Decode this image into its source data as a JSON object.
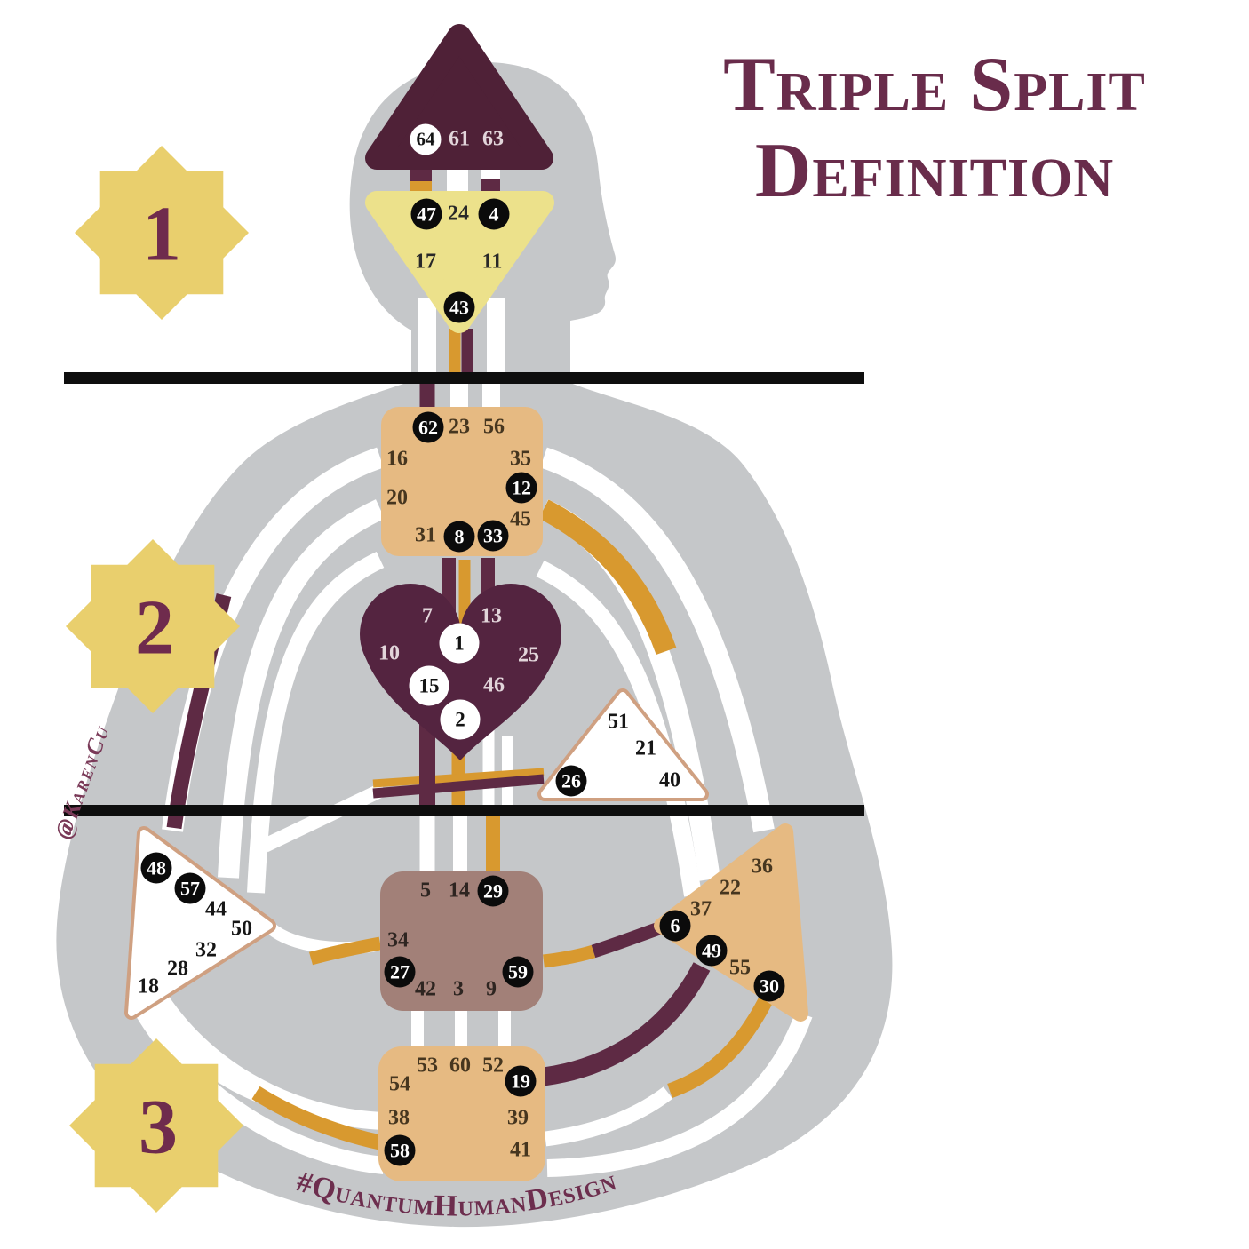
{
  "title": {
    "line1": "Triple Split",
    "line2": "Definition"
  },
  "badges": [
    {
      "label": "1"
    },
    {
      "label": "2"
    },
    {
      "label": "3"
    }
  ],
  "watermarks": {
    "side": "@KarenCu",
    "bottom": "#QuantumHumanDesign"
  },
  "colors": {
    "maroon_shape": "#522340",
    "maroon_channel": "#5e2a44",
    "gold": "#d8992f",
    "tan_center": "#e6ba82",
    "yellow_ajna": "#ece18b",
    "mauve_sacral": "#a28078",
    "body_gray": "#c5c7c9",
    "star_yellow": "#e9cf6d",
    "title_maroon": "#692c4b",
    "line_black": "#0e0e0e"
  },
  "gates": {
    "head": [
      {
        "num": "64",
        "style": "white-circle"
      },
      {
        "num": "61",
        "style": "plain"
      },
      {
        "num": "63",
        "style": "plain"
      }
    ],
    "ajna": [
      {
        "num": "47",
        "style": "black-circle"
      },
      {
        "num": "24",
        "style": "plain"
      },
      {
        "num": "4",
        "style": "black-circle"
      },
      {
        "num": "17",
        "style": "plain"
      },
      {
        "num": "11",
        "style": "plain"
      },
      {
        "num": "43",
        "style": "black-circle"
      }
    ],
    "throat": [
      {
        "num": "62",
        "style": "black-circle"
      },
      {
        "num": "23",
        "style": "plain"
      },
      {
        "num": "56",
        "style": "plain"
      },
      {
        "num": "16",
        "style": "plain"
      },
      {
        "num": "35",
        "style": "plain"
      },
      {
        "num": "20",
        "style": "plain"
      },
      {
        "num": "12",
        "style": "black-circle"
      },
      {
        "num": "45",
        "style": "plain"
      },
      {
        "num": "31",
        "style": "plain"
      },
      {
        "num": "8",
        "style": "black-circle"
      },
      {
        "num": "33",
        "style": "black-circle"
      }
    ],
    "g": [
      {
        "num": "7",
        "style": "plain"
      },
      {
        "num": "13",
        "style": "plain"
      },
      {
        "num": "1",
        "style": "white-circle"
      },
      {
        "num": "10",
        "style": "plain"
      },
      {
        "num": "25",
        "style": "plain"
      },
      {
        "num": "15",
        "style": "white-circle"
      },
      {
        "num": "46",
        "style": "plain"
      },
      {
        "num": "2",
        "style": "white-circle"
      }
    ],
    "will": [
      {
        "num": "51",
        "style": "plain"
      },
      {
        "num": "21",
        "style": "plain"
      },
      {
        "num": "26",
        "style": "black-circle"
      },
      {
        "num": "40",
        "style": "plain"
      }
    ],
    "spleen": [
      {
        "num": "48",
        "style": "black-circle"
      },
      {
        "num": "57",
        "style": "black-circle"
      },
      {
        "num": "44",
        "style": "plain"
      },
      {
        "num": "50",
        "style": "plain"
      },
      {
        "num": "32",
        "style": "plain"
      },
      {
        "num": "28",
        "style": "plain"
      },
      {
        "num": "18",
        "style": "plain"
      }
    ],
    "sacral": [
      {
        "num": "5",
        "style": "plain"
      },
      {
        "num": "14",
        "style": "plain"
      },
      {
        "num": "29",
        "style": "black-circle"
      },
      {
        "num": "34",
        "style": "plain"
      },
      {
        "num": "27",
        "style": "black-circle"
      },
      {
        "num": "42",
        "style": "plain"
      },
      {
        "num": "3",
        "style": "plain"
      },
      {
        "num": "9",
        "style": "plain"
      },
      {
        "num": "59",
        "style": "black-circle"
      }
    ],
    "solar": [
      {
        "num": "36",
        "style": "plain"
      },
      {
        "num": "22",
        "style": "plain"
      },
      {
        "num": "37",
        "style": "plain"
      },
      {
        "num": "6",
        "style": "black-circle"
      },
      {
        "num": "49",
        "style": "black-circle"
      },
      {
        "num": "55",
        "style": "plain"
      },
      {
        "num": "30",
        "style": "black-circle"
      }
    ],
    "root": [
      {
        "num": "53",
        "style": "plain"
      },
      {
        "num": "60",
        "style": "plain"
      },
      {
        "num": "52",
        "style": "plain"
      },
      {
        "num": "19",
        "style": "black-circle"
      },
      {
        "num": "54",
        "style": "plain"
      },
      {
        "num": "38",
        "style": "plain"
      },
      {
        "num": "39",
        "style": "plain"
      },
      {
        "num": "58",
        "style": "black-circle"
      },
      {
        "num": "41",
        "style": "plain"
      }
    ]
  }
}
